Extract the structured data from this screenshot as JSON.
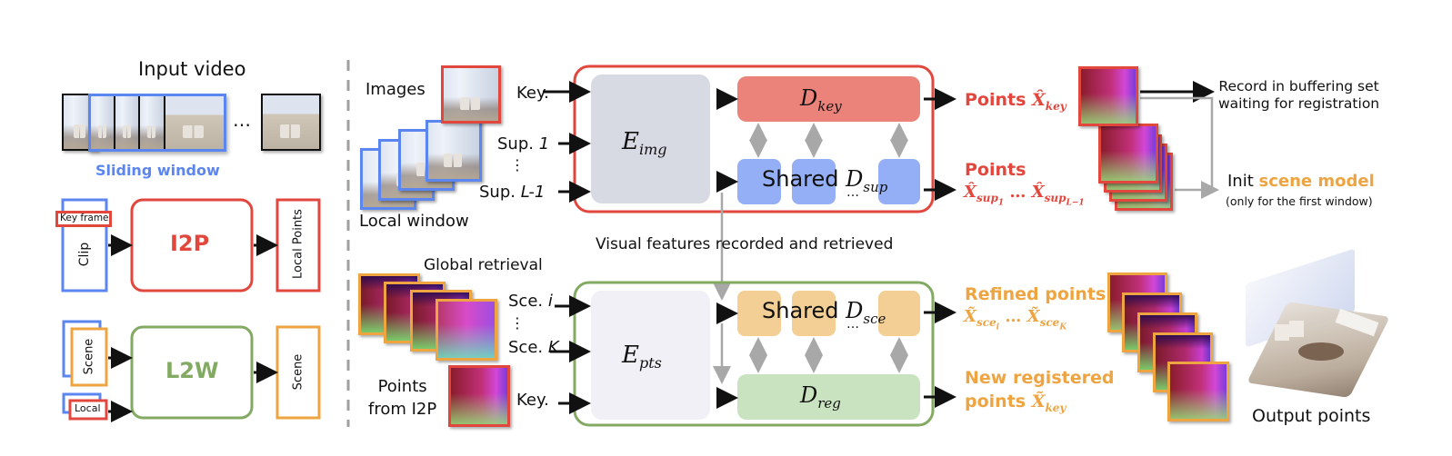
{
  "left_panel": {
    "input_video_title": "Input video",
    "ellipsis": "…",
    "sliding_window_label": "Sliding window",
    "i2p": {
      "clip_label": "Clip",
      "key_frame_label": "Key frame",
      "module_label": "I2P",
      "output_label": "Local Points"
    },
    "l2w": {
      "scene_input_label": "Scene",
      "local_input_label": "Local",
      "module_label": "L2W",
      "output_label": "Scene"
    }
  },
  "i2p_detail": {
    "images_label": "Images",
    "local_window_label": "Local window",
    "inputs": [
      {
        "label": "Key.",
        "suffix": ""
      },
      {
        "label": "Sup. ",
        "suffix": "1"
      },
      {
        "label": "Sup. ",
        "suffix": "L-1"
      }
    ],
    "vdots": "⋮",
    "encoder": {
      "base": "E",
      "sub": "img"
    },
    "decoder_key": {
      "base": "D",
      "sub": "key"
    },
    "decoder_sup": {
      "prefix": "Shared ",
      "base": "D",
      "sub": "sup"
    },
    "dots": "…",
    "output_key": {
      "label": "Points ",
      "base": "X̂",
      "sub": "key"
    },
    "output_sup": {
      "label": "Points",
      "first_base": "X̂",
      "first_sub": "sup",
      "first_subsub": "1",
      "mid": " … ",
      "last_base": "X̂",
      "last_sub": "sup",
      "last_subsub": "L−1"
    },
    "record_label_line1": "Record in buffering set",
    "record_label_line2": "waiting for registration",
    "init_label_prefix": "Init ",
    "init_label_highlight": "scene model",
    "init_note": "(only for the first window)"
  },
  "middle_caption": "Visual features recorded and retrieved",
  "l2w_detail": {
    "global_retrieval_label": "Global retrieval",
    "points_from_label_line1": "Points",
    "points_from_label_line2": "from I2P",
    "inputs": [
      {
        "label": "Sce. ",
        "suffix": "i"
      },
      {
        "label": "Sce. ",
        "suffix": "K"
      },
      {
        "label": "Key.",
        "suffix": ""
      }
    ],
    "vdots": "⋮",
    "encoder": {
      "base": "E",
      "sub": "pts"
    },
    "decoder_sce": {
      "prefix": "Shared ",
      "base": "D",
      "sub": "sce"
    },
    "decoder_reg": {
      "base": "D",
      "sub": "reg"
    },
    "dots": "…",
    "output_refined": {
      "label": "Refined points",
      "first_base": "X̃",
      "first_sub": "sce",
      "first_subsub": "i",
      "mid": " … ",
      "last_base": "X̃",
      "last_sub": "sce",
      "last_subsub": "K"
    },
    "output_registered": {
      "label_line1": "New registered",
      "label_line2": "points ",
      "base": "X̃",
      "sub": "key"
    },
    "output_points_label": "Output points"
  },
  "colors": {
    "red": "#e2473d",
    "blue": "#5b86f0",
    "green": "#82aa62",
    "orange": "#eda441",
    "d_key_fill": "#eb837b",
    "d_sup_fill": "#94aff5",
    "d_sce_fill": "#f3cf95",
    "d_reg_fill": "#c9e3c1",
    "e_img_fill": "#d7d9e3",
    "e_pts_fill": "#f0f0f6",
    "grey_arrow": "#a8a8a8"
  }
}
